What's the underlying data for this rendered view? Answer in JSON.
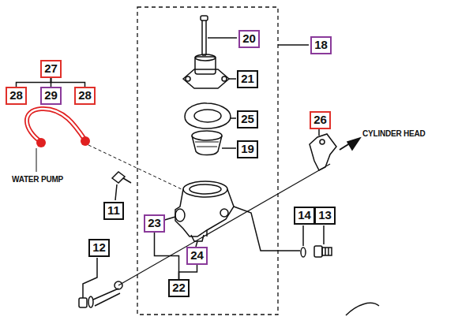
{
  "diagram": {
    "nodes": [
      {
        "text": [
          "27"
        ]
      },
      {
        "text": [
          "28"
        ]
      },
      {
        "text": [
          "29"
        ]
      },
      {
        "text": [
          "28"
        ]
      },
      {
        "text": [
          "20"
        ]
      },
      {
        "text": [
          "18"
        ]
      },
      {
        "text": [
          "21"
        ]
      },
      {
        "text": [
          "25"
        ]
      },
      {
        "text": [
          "26"
        ]
      },
      {
        "text": [
          "19"
        ]
      },
      {
        "text": [
          "11"
        ]
      },
      {
        "text": [
          "23"
        ]
      },
      {
        "text": [
          "14"
        ]
      },
      {
        "text": [
          "13"
        ]
      },
      {
        "text": [
          "24"
        ]
      },
      {
        "text": [
          "12"
        ]
      },
      {
        "text": [
          "22"
        ]
      }
    ],
    "edges": [
      {
        "from": 0,
        "to": 1,
        "arrow": "none"
      },
      {
        "from": 0,
        "to": 2,
        "arrow": "none"
      },
      {
        "from": 0,
        "to": 3,
        "arrow": "none"
      },
      {
        "from": 16,
        "to": 11,
        "arrow": "none"
      },
      {
        "from": 16,
        "to": 14,
        "arrow": "none"
      }
    ],
    "labels": [
      "WATER PUMP",
      "CYLINDER HEAD"
    ]
  }
}
